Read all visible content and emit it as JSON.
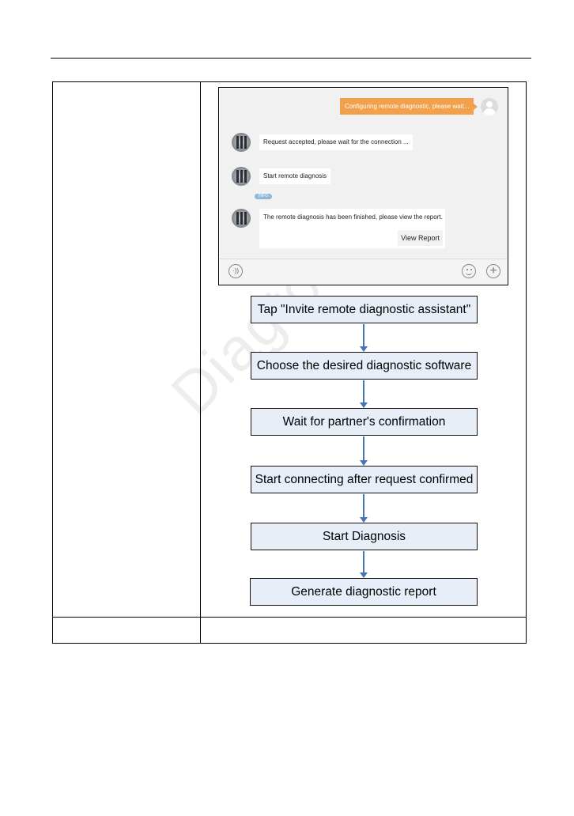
{
  "chat": {
    "outgoing_message": "Configuring remote diagnostic, please wait...",
    "messages": [
      "Request accepted, please wait for the connection ...",
      "Start remote diagnosis"
    ],
    "status_badge": "INFO",
    "report_message": "The remote diagnosis has been finished, please view the report.",
    "view_report_button": "View Report",
    "voice_icon_glyph": "·))"
  },
  "flowchart": {
    "steps": [
      "Tap \"Invite remote diagnostic assistant\"",
      "Choose the desired diagnostic software",
      "Wait for partner's confirmation",
      "Start connecting after request confirmed",
      "Start Diagnosis",
      "Generate diagnostic report"
    ],
    "box_color": "#e8eef8",
    "arrow_color": "#4a74b8"
  },
  "watermark": "Diagtools"
}
